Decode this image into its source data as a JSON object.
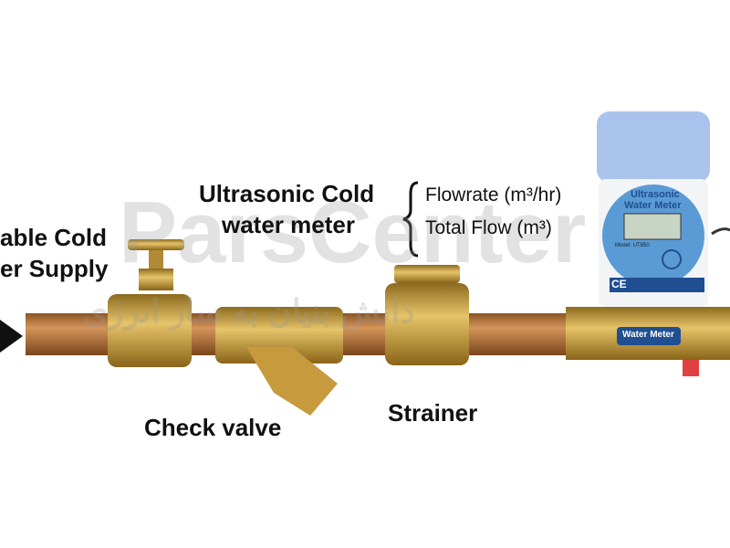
{
  "labels": {
    "supply_line1": "able Cold",
    "supply_line2": "er Supply",
    "meter_line1": "Ultrasonic Cold",
    "meter_line2": "water meter",
    "flowrate": "Flowrate (m³/hr)",
    "total_flow": "Total Flow (m³)",
    "check_valve": "Check valve",
    "strainer": "Strainer"
  },
  "meter": {
    "face_line1": "Ultrasonic",
    "face_line2": "Water Meter",
    "model": "Model: UT850",
    "ce_mark": "CE",
    "band_label": "Water Meter"
  },
  "watermark": {
    "brand": "ParsCenter",
    "persian": "دانش بنیان به ساز انرژی"
  },
  "colors": {
    "pipe": "#b5763a",
    "brass": "#c9a04a",
    "meter_blue": "#5b9bd5",
    "meter_dark": "#1f4e91"
  }
}
